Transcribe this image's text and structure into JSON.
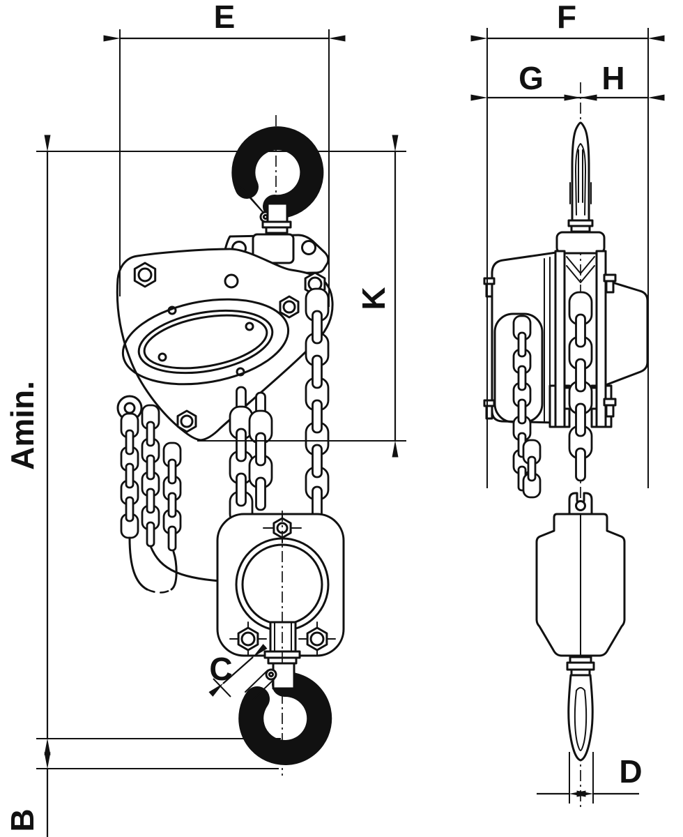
{
  "diagram": {
    "type": "engineering-dimension-drawing",
    "subject": "manual chain hoist, front view and side view",
    "colors": {
      "line": "#111111",
      "background": "#ffffff"
    },
    "dimensions": {
      "e": {
        "label": "E"
      },
      "f": {
        "label": "F"
      },
      "g": {
        "label": "G"
      },
      "h": {
        "label": "H"
      },
      "k": {
        "label": "K"
      },
      "a_min": {
        "label": "Amin."
      },
      "b": {
        "label": "B"
      },
      "c": {
        "label": "C"
      },
      "d": {
        "label": "D"
      }
    }
  }
}
